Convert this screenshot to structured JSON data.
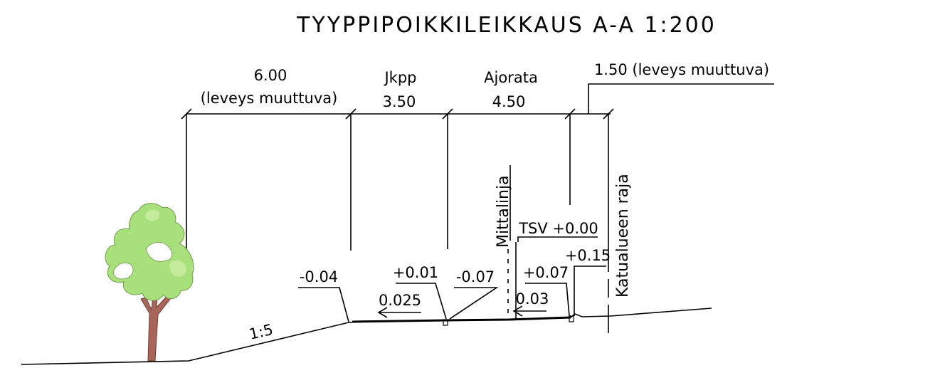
{
  "title": "TYYPPIPOIKKILEIKKAUS A-A  1:200",
  "dimensions": {
    "left_width": "6.00",
    "left_note": "(leveys muuttuva)",
    "jkpp_label": "Jkpp",
    "jkpp_width": "3.50",
    "ajorata_label": "Ajorata",
    "ajorata_width": "4.50",
    "right_note": "1.50 (leveys muuttuva)"
  },
  "vertical_labels": {
    "mittalinja": "Mittalinja",
    "katualueen_raja": "Katualueen raja"
  },
  "elevations": {
    "e1": "-0.04",
    "e2": "+0.01",
    "e3": "-0.07",
    "tsv": "TSV +0.00",
    "e4": "+0.07",
    "e5": "+0.15"
  },
  "slopes": {
    "jkpp_slope": "0.025",
    "ajorata_slope": "0.03",
    "embankment": "1:5"
  },
  "colors": {
    "foliage": "#a8e07c",
    "trunk": "#a8665a",
    "line": "#000000"
  }
}
